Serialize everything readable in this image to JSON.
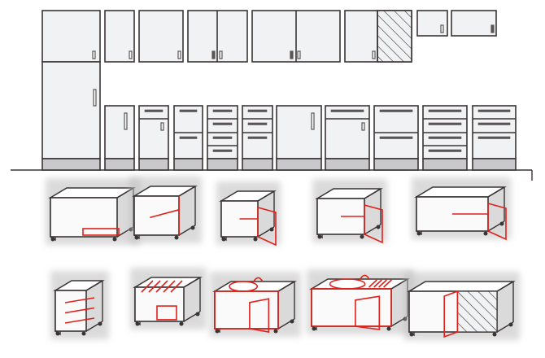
{
  "colors": {
    "outline": "#3a3535",
    "panel": "#f1f2f4",
    "plinth": "#c9c9cb",
    "handle": "#5a5555",
    "accent": "#e0201a",
    "shadow": "#bdbdbd"
  },
  "elevation": {
    "upper_cabinets": [
      {
        "type": "tall-upper",
        "doors": 1
      },
      {
        "type": "wall",
        "doors": 1
      },
      {
        "type": "wall",
        "doors": 1
      },
      {
        "type": "wall",
        "doors": 2
      },
      {
        "type": "wall",
        "doors": 2
      },
      {
        "type": "corner-wall",
        "doors": 1,
        "hatched": true
      },
      {
        "type": "bridge",
        "doors": 1
      },
      {
        "type": "bridge",
        "doors": 1
      }
    ],
    "base_cabinets": [
      {
        "type": "door"
      },
      {
        "type": "drawer-door"
      },
      {
        "type": "drawers",
        "drawers": 2
      },
      {
        "type": "drawers",
        "drawers": 4
      },
      {
        "type": "drawers",
        "drawers": 3
      },
      {
        "type": "door"
      },
      {
        "type": "drawer-door"
      },
      {
        "type": "drawers",
        "drawers": 2
      },
      {
        "type": "drawers",
        "drawers": 4
      },
      {
        "type": "drawers",
        "drawers": 3
      }
    ]
  },
  "isometric_units": [
    {
      "variant": "oven-base"
    },
    {
      "variant": "shelf"
    },
    {
      "variant": "door-open"
    },
    {
      "variant": "door-open"
    },
    {
      "variant": "wide-door-open"
    },
    {
      "variant": "narrow-shelves"
    },
    {
      "variant": "rack"
    },
    {
      "variant": "sink"
    },
    {
      "variant": "sink-drainer"
    },
    {
      "variant": "corner"
    }
  ]
}
